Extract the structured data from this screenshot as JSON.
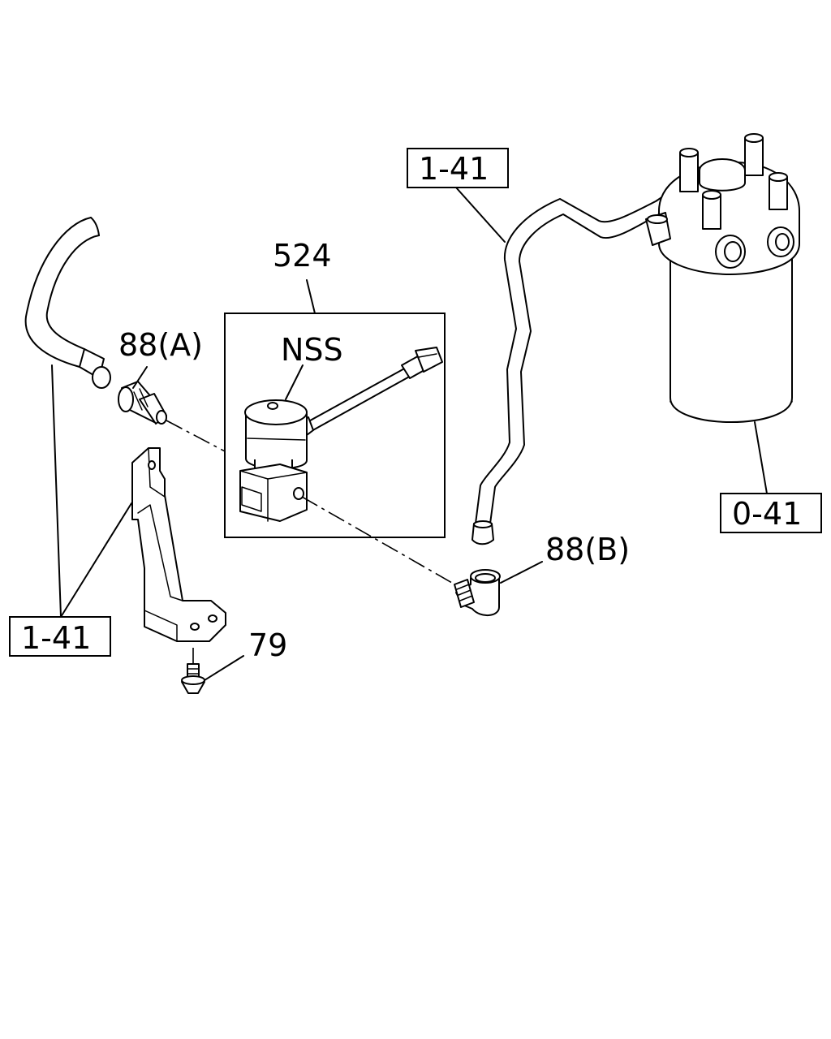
{
  "callouts": {
    "ref_top": "1-41",
    "ref_left": "1-41",
    "ref_filter": "0-41",
    "part_524": "524",
    "nss": "NSS",
    "part_88a": "88(A)",
    "part_88b": "88(B)",
    "part_79": "79"
  },
  "colors": {
    "line": "#000000",
    "background": "#ffffff"
  }
}
